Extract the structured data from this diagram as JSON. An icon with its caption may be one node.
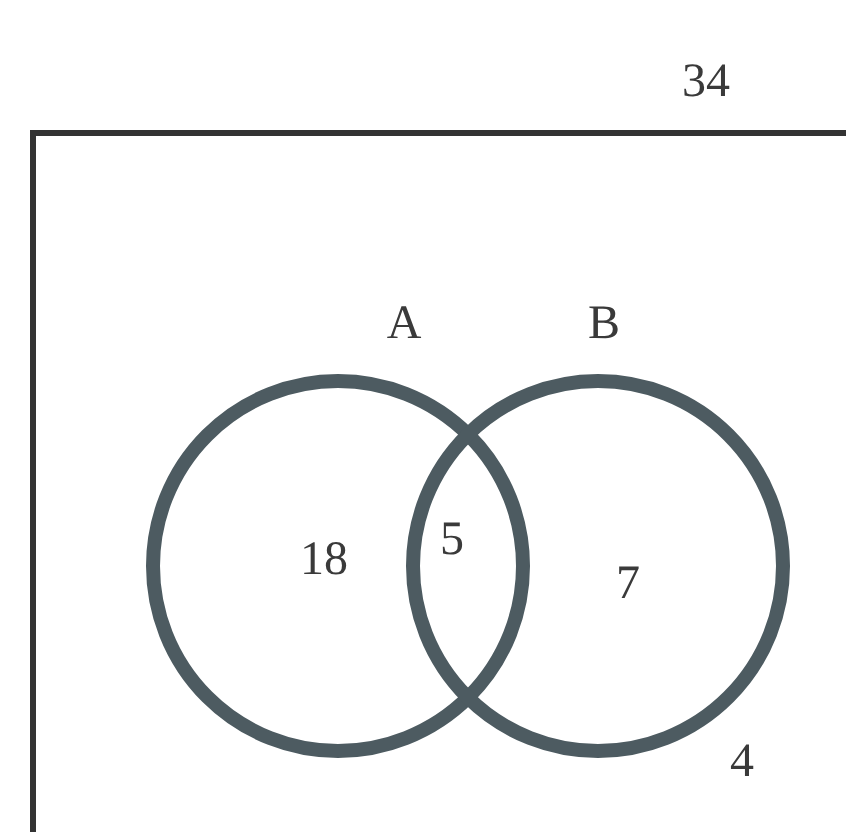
{
  "diagram": {
    "nodes": [
      {
        "text": [
          "34",
          "4"
        ]
      },
      {
        "text": [
          "A",
          "18"
        ],
        "in": 0
      },
      {
        "text": [
          "B",
          "7"
        ],
        "in": 0
      }
    ],
    "labels": [
      "5"
    ]
  }
}
